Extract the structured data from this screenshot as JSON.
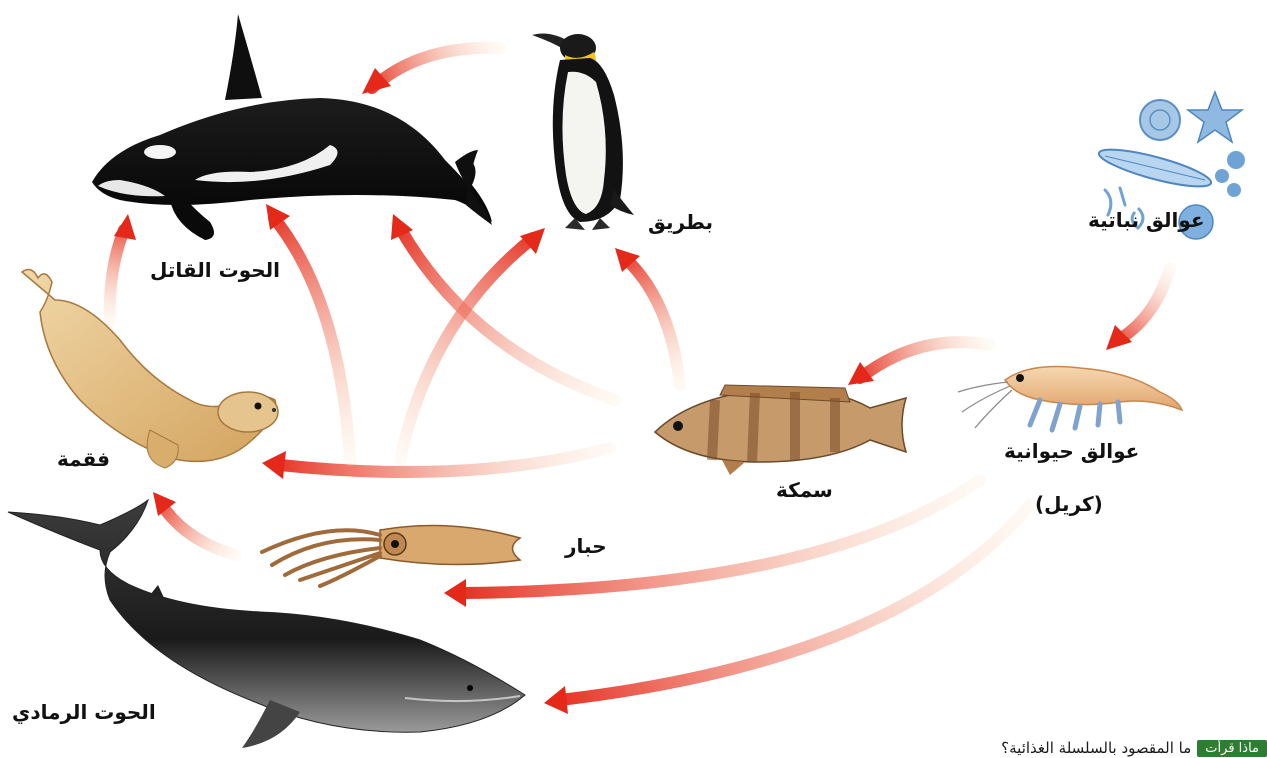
{
  "diagram": {
    "organisms": {
      "phytoplankton": "عوالق نباتية",
      "zooplankton": "عوالق حيوانية",
      "krill": "(كريل)",
      "fish": "سمكة",
      "squid": "حبار",
      "penguin": "بطريق",
      "killer_whale": "الحوت القاتل",
      "seal": "فقمة",
      "gray_whale": "الحوت الرمادي"
    },
    "links": [
      {
        "from": "عوالق نباتية",
        "to": "عوالق حيوانية"
      },
      {
        "from": "عوالق حيوانية",
        "to": "سمكة"
      },
      {
        "from": "عوالق حيوانية",
        "to": "حبار"
      },
      {
        "from": "عوالق حيوانية",
        "to": "الحوت الرمادي"
      },
      {
        "from": "سمكة",
        "to": "فقمة"
      },
      {
        "from": "سمكة",
        "to": "بطريق"
      },
      {
        "from": "سمكة",
        "to": "الحوت القاتل"
      },
      {
        "from": "حبار",
        "to": "فقمة"
      },
      {
        "from": "فقمة",
        "to": "الحوت القاتل"
      },
      {
        "from": "بطريق",
        "to": "الحوت القاتل"
      }
    ],
    "colors": {
      "arrow": "#e4291b",
      "arrow_fade": "#f7c9a0",
      "badge": "#2e7d32"
    }
  },
  "caption": {
    "badge": "ماذا قرأت",
    "text": "ما المقصود بالسلسلة الغذائية؟"
  }
}
